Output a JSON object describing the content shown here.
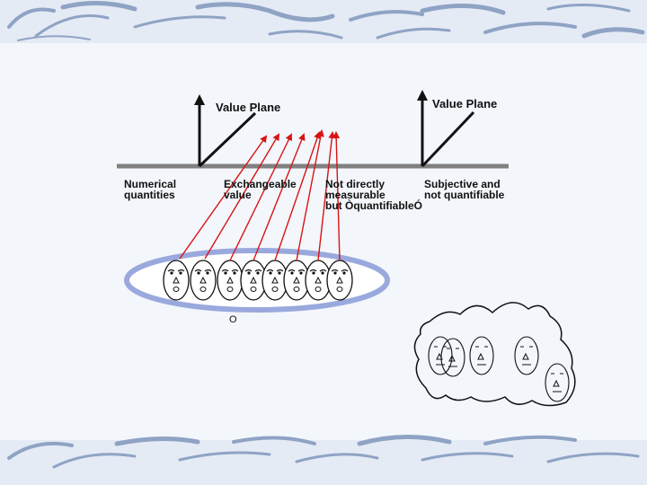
{
  "value_planes": [
    {
      "title": "Value Plane"
    },
    {
      "title": "Value Plane"
    }
  ],
  "categories": [
    {
      "label": "Numerical\nquantities"
    },
    {
      "label": "Exchangeable\nvalue"
    },
    {
      "label": "Not directly\nmeasurable\nbut ÒquantifiableÓ"
    },
    {
      "label": "Subjective and\nnot quantifiable"
    }
  ],
  "stray_mark": "O",
  "colors": {
    "background": "#e4ebf5",
    "slide_panel": "#f3f6fb",
    "arrow": "#d91414",
    "ellipse_border": "#9aa9dd",
    "ellipse_fill": "#ffffff",
    "baseline": "#808080",
    "decor_stroke": "#8fa3c4"
  },
  "face_group": {
    "count": 8
  },
  "sketch_group": {
    "count": 5
  }
}
